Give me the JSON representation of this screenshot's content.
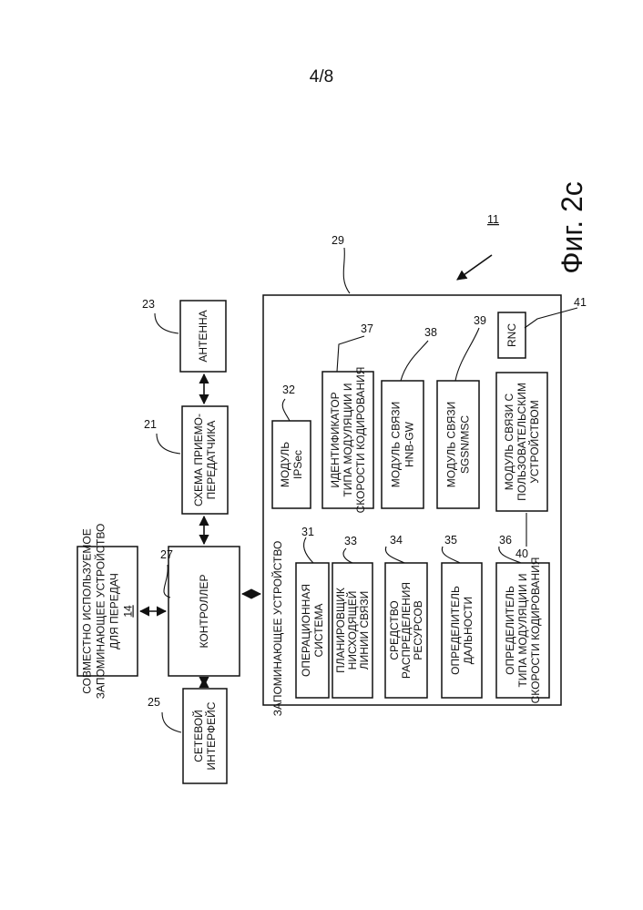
{
  "page_number": "4/8",
  "figure_label": "Фиг. 2с",
  "device_ref": "11",
  "blocks": {
    "shared_storage": {
      "ref": "14",
      "lines": [
        "СОВМЕСТНО ИСПОЛЬЗУЕМОЕ",
        "ЗАПОМИНАЮЩЕЕ УСТРОЙСТВО",
        "ДЛЯ ПЕРЕДАЧ",
        "14"
      ]
    },
    "network_interface": {
      "ref": "25",
      "lines": [
        "СЕТЕВОЙ",
        "ИНТЕРФЕЙС"
      ]
    },
    "controller": {
      "ref": "27",
      "lines": [
        "КОНТРОЛЛЕР"
      ]
    },
    "transceiver": {
      "ref": "21",
      "lines": [
        "СХЕМА ПРИЕМО-",
        "ПЕРЕДАТЧИКА"
      ]
    },
    "antenna": {
      "ref": "23",
      "lines": [
        "АНТЕННА"
      ]
    },
    "memory": {
      "ref": "29",
      "lines": [
        "ЗАПОМИНАЮЩЕЕ УСТРОЙСТВО"
      ]
    },
    "os": {
      "ref": "31",
      "lines": [
        "ОПЕРАЦИОННАЯ",
        "СИСТЕМА"
      ]
    },
    "downlink_scheduler": {
      "ref": "33",
      "lines": [
        "ПЛАНИРОВЩИК",
        "НИСХОДЯЩЕЙ",
        "ЛИНИИ СВЯЗИ"
      ]
    },
    "resource_allocator": {
      "ref": "34",
      "lines": [
        "СРЕДСТВО",
        "РАСПРЕДЕЛЕНИЯ",
        "РЕСУРСОВ"
      ]
    },
    "range_detector": {
      "ref": "35",
      "lines": [
        "ОПРЕДЕЛИТЕЛЬ",
        "ДАЛЬНОСТИ"
      ]
    },
    "mcs_determiner": {
      "ref": "36",
      "lines": [
        "ОПРЕДЕЛИТЕЛЬ",
        "ТИПА МОДУЛЯЦИИ И",
        "СКОРОСТИ КОДИРОВАНИЯ"
      ]
    },
    "ipsec": {
      "ref": "32",
      "lines": [
        "МОДУЛЬ",
        "IPSec"
      ]
    },
    "mcs_identifier": {
      "ref": "37",
      "lines": [
        "ИДЕНТИФИКАТОР",
        "ТИПА МОДУЛЯЦИИ И",
        "СКОРОСТИ КОДИРОВАНИЯ"
      ]
    },
    "hnbgw_comm": {
      "ref": "38",
      "lines": [
        "МОДУЛЬ СВЯЗИ",
        "HNB-GW"
      ]
    },
    "sgsn_comm": {
      "ref": "39",
      "lines": [
        "МОДУЛЬ СВЯЗИ",
        "SGSN/MSC"
      ]
    },
    "ue_comm": {
      "ref": "40",
      "lines": [
        "МОДУЛЬ СВЯЗИ С",
        "ПОЛЬЗОВАТЕЛЬСКИМ",
        "УСТРОЙСТВОМ"
      ]
    },
    "rnc": {
      "ref": "41",
      "lines": [
        "RNC"
      ]
    }
  }
}
